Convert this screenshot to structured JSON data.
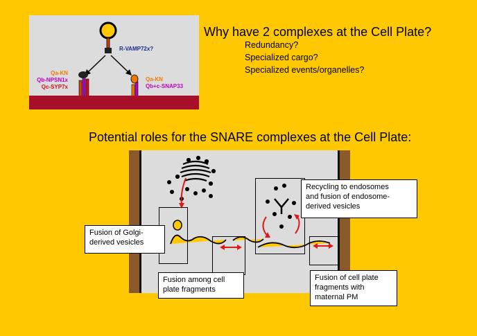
{
  "top_diagram": {
    "vesicle_label": "R-VAMP72x?",
    "left_complex_labels": [
      "Qa-KN",
      "Qb-NPSN1x",
      "Qc-SYP7x"
    ],
    "right_complex_labels": [
      "Qa-KN",
      "Qb+c-SNAP33"
    ],
    "colors": {
      "background": "#DCDCDC",
      "membrane": "#A8102A",
      "vamp_label": "#1A2A8A",
      "qa_label": "#F07A00",
      "qb_label": "#C000C0",
      "qc_label": "#D01020"
    }
  },
  "question": {
    "title": "Why have 2 complexes at the Cell Plate?",
    "bullets": [
      "Redundancy?",
      "Specialized cargo?",
      "Specialized events/organelles?"
    ]
  },
  "roles_heading": "Potential roles for the SNARE complexes at the Cell Plate:",
  "cell_diagram": {
    "callouts": {
      "golgi": [
        "Fusion of Golgi-",
        "derived vesicles"
      ],
      "recycling": [
        "Recycling to endosomes",
        "and fusion of endosome-",
        "derived vesicles"
      ],
      "among": [
        "Fusion among cell",
        "plate fragments"
      ],
      "maternal": [
        "Fusion of cell plate",
        "fragments with",
        "maternal PM"
      ]
    },
    "colors": {
      "background": "#DCDCDC",
      "cell_wall": "#8B5A2B",
      "cell_plate": "#FFC800",
      "arrow": "#E01818"
    }
  },
  "page": {
    "background": "#FFC800"
  }
}
